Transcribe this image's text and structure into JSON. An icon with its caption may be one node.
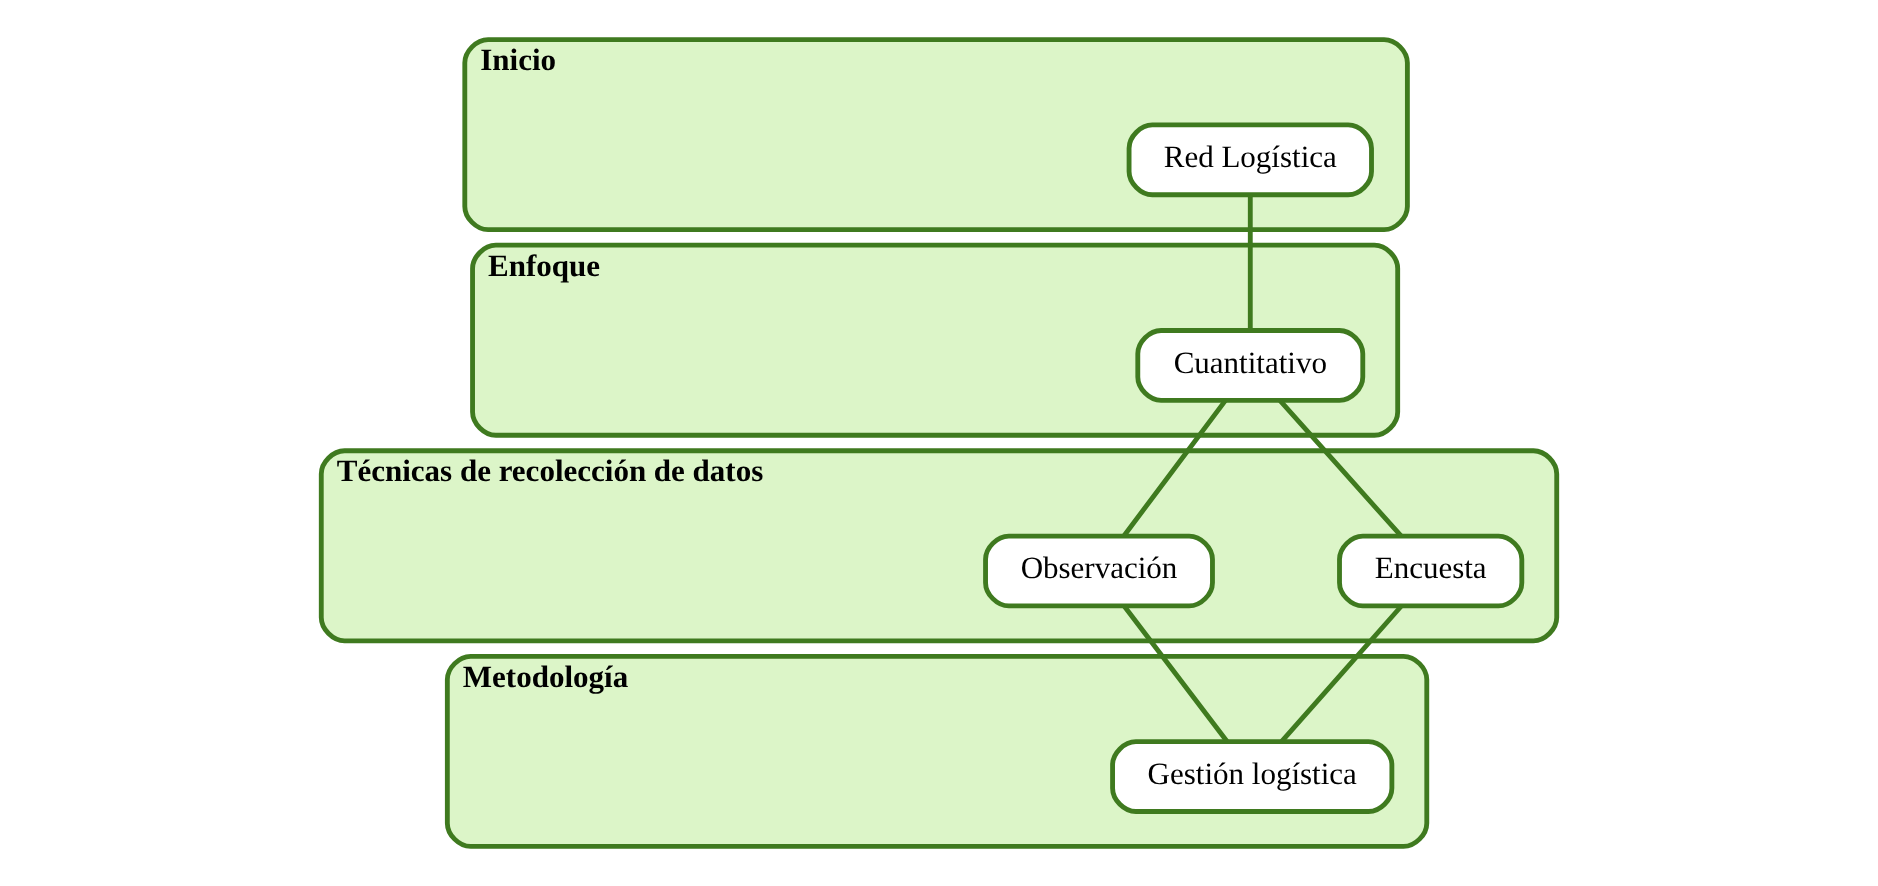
{
  "diagram": {
    "nodes": [
      {
        "text": [
          "Inicio"
        ]
      },
      {
        "text": [
          "Red Logística"
        ],
        "in": 0
      },
      {
        "text": [
          "Enfoque"
        ]
      },
      {
        "text": [
          "Cuantitativo"
        ],
        "in": 2
      },
      {
        "text": [
          "Técnicas de recolección de datos"
        ]
      },
      {
        "text": [
          "Observación"
        ],
        "in": 4
      },
      {
        "text": [
          "Encuesta"
        ],
        "in": 4
      },
      {
        "text": [
          "Metodología"
        ]
      },
      {
        "text": [
          "Gestión logística"
        ],
        "in": 7
      }
    ],
    "edges": [
      {
        "from": 1,
        "to": 3,
        "arrow": "none"
      },
      {
        "from": 3,
        "to": 5,
        "arrow": "none"
      },
      {
        "from": 3,
        "to": 6,
        "arrow": "none"
      },
      {
        "from": 5,
        "to": 8,
        "arrow": "none"
      },
      {
        "from": 6,
        "to": 8,
        "arrow": "none"
      }
    ]
  }
}
